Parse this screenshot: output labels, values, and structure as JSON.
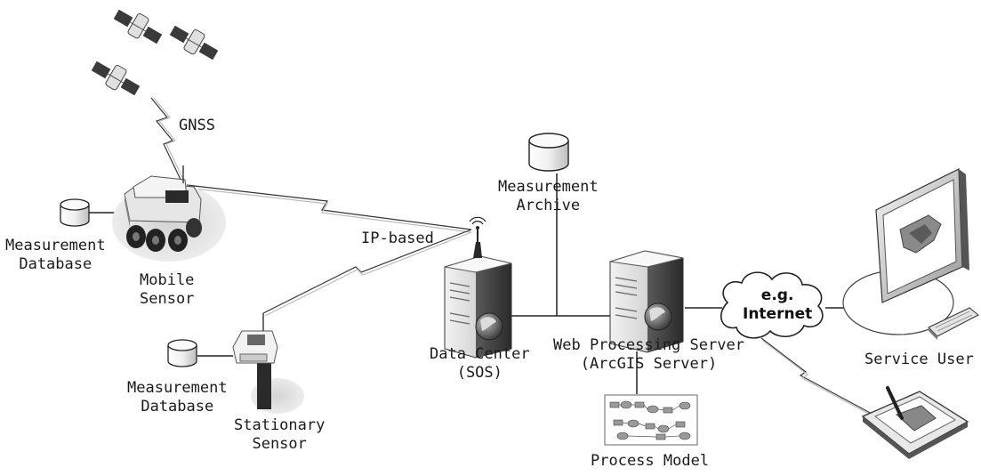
{
  "labels": {
    "gnss": "GNSS",
    "ip_based": "IP-based",
    "measurement_db_mobile": [
      "Measurement",
      "Database"
    ],
    "mobile_sensor": [
      "Mobile",
      "Sensor"
    ],
    "measurement_db_stationary": [
      "Measurement",
      "Database"
    ],
    "stationary_sensor": [
      "Stationary",
      "Sensor"
    ],
    "measurement_archive": [
      "Measurement",
      "Archive"
    ],
    "data_center": [
      "Data Center",
      "(SOS)"
    ],
    "wps": [
      "Web Processing Server",
      "(ArcGIS Server)"
    ],
    "cloud": [
      "e.g.",
      "Internet"
    ],
    "service_user": "Service User",
    "process_model": "Process Model"
  },
  "colors": {
    "line": "#222222",
    "device_light": "#e8e8e8",
    "device_dark": "#3a3a3a",
    "shadow": "#dcdcdc"
  },
  "icons": [
    "satellite-icon",
    "database-icon",
    "robot-icon",
    "stationary-sensor-icon",
    "server-icon",
    "antenna-icon",
    "globe-icon",
    "cloud-icon",
    "monitor-icon",
    "keyboard-icon",
    "tablet-icon",
    "process-model-icon"
  ]
}
